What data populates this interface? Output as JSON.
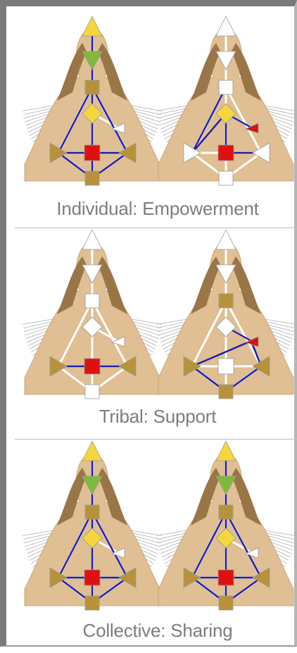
{
  "panels": [
    {
      "caption": "Individual: Empowerment"
    },
    {
      "caption": "Tribal: Support"
    },
    {
      "caption": "Collective: Sharing"
    }
  ],
  "colors": {
    "skin": "#dfbf93",
    "hair": "#9a7548",
    "head_center": "#f5d63c",
    "ajna_center": "#7fba3a",
    "gold_center": "#b8923a",
    "g_center": "#f5d63c",
    "ego_center": "#d11414",
    "sacral_center": "#e01010",
    "channel": "#1b1bb0",
    "undefined_center": "#ffffff",
    "ray": "#b8b8b8"
  }
}
